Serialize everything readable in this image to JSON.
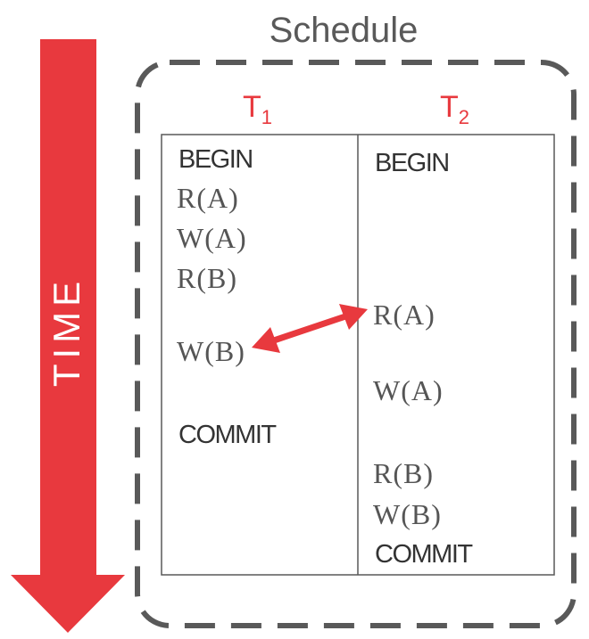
{
  "schedule_title": "Schedule",
  "time_label": "TIME",
  "transactions": [
    {
      "name": "T",
      "subscript": "1"
    },
    {
      "name": "T",
      "subscript": "2"
    }
  ],
  "t1_ops": [
    "BEGIN",
    "R(A)",
    "W(A)",
    "R(B)",
    "W(B)",
    "COMMIT"
  ],
  "t2_ops": [
    "BEGIN",
    "R(A)",
    "W(A)",
    "R(B)",
    "W(B)",
    "COMMIT"
  ],
  "colors": {
    "accent_red": "#E8393E",
    "dashed_border": "#595959",
    "table_border": "#595959",
    "keyword_text": "#333333",
    "op_text": "#555555"
  },
  "conflict": {
    "from": "T1 W(B)",
    "to": "T2 R(A)"
  }
}
